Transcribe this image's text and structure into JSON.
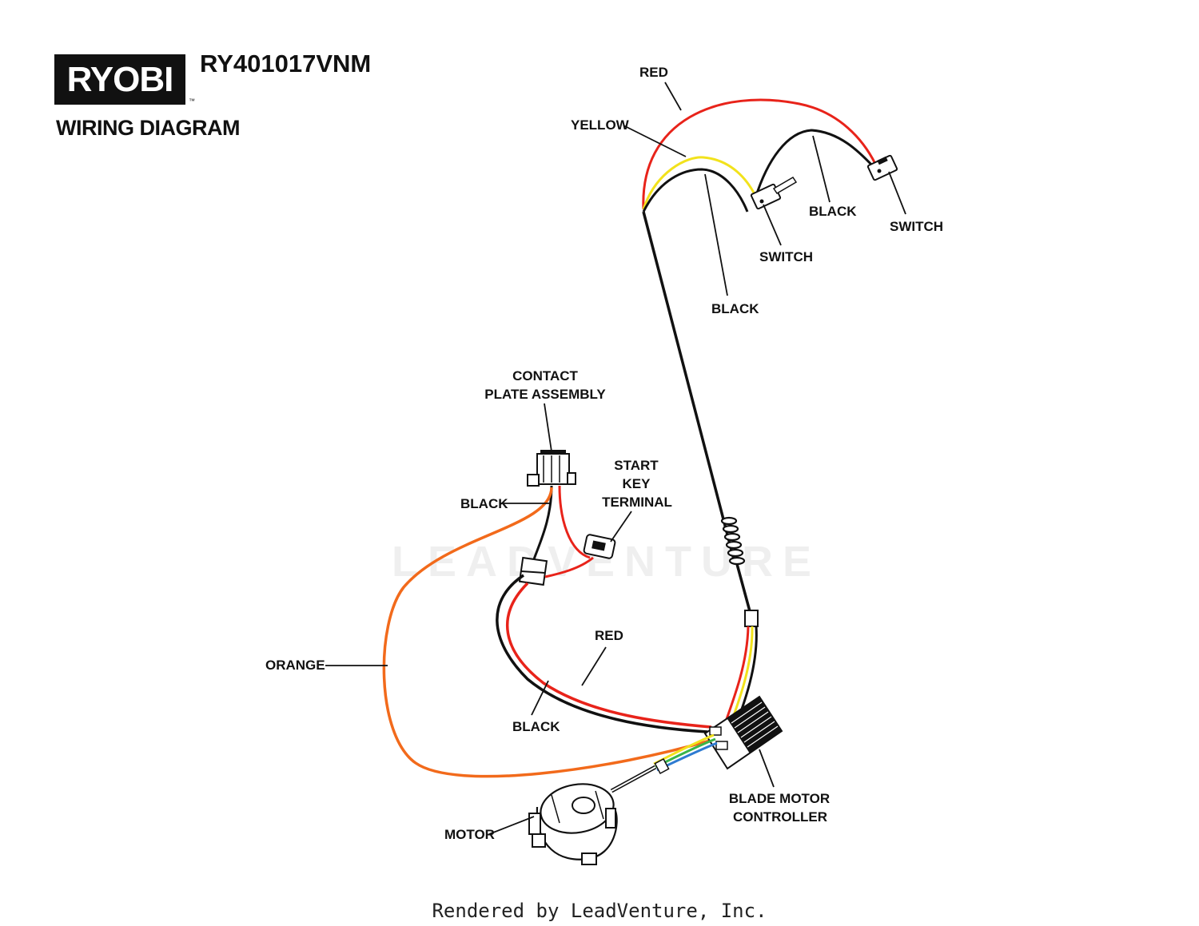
{
  "header": {
    "brand": "RYOBI",
    "trademark": "™",
    "model": "RY401017VNM",
    "title": "WIRING DIAGRAM"
  },
  "watermark": "LEADVENTURE",
  "labels": {
    "red_top": "RED",
    "yellow": "YELLOW",
    "black_top_right": "BLACK",
    "switch_right": "SWITCH",
    "switch_mid": "SWITCH",
    "black_mid": "BLACK",
    "contact_line1": "CONTACT",
    "contact_line2": "PLATE ASSEMBLY",
    "start_line1": "START",
    "start_line2": "KEY",
    "start_line3": "TERMINAL",
    "black_contact": "BLACK",
    "red_lower": "RED",
    "orange": "ORANGE",
    "black_lower": "BLACK",
    "controller_line1": "BLADE MOTOR",
    "controller_line2": "CONTROLLER",
    "motor": "MOTOR"
  },
  "colors": {
    "red": "#e8231a",
    "yellow": "#f2e21c",
    "black": "#111111",
    "orange": "#f26a1b",
    "green": "#39b54a",
    "blue": "#2e7bd1"
  },
  "footer": "Rendered by LeadVenture, Inc."
}
